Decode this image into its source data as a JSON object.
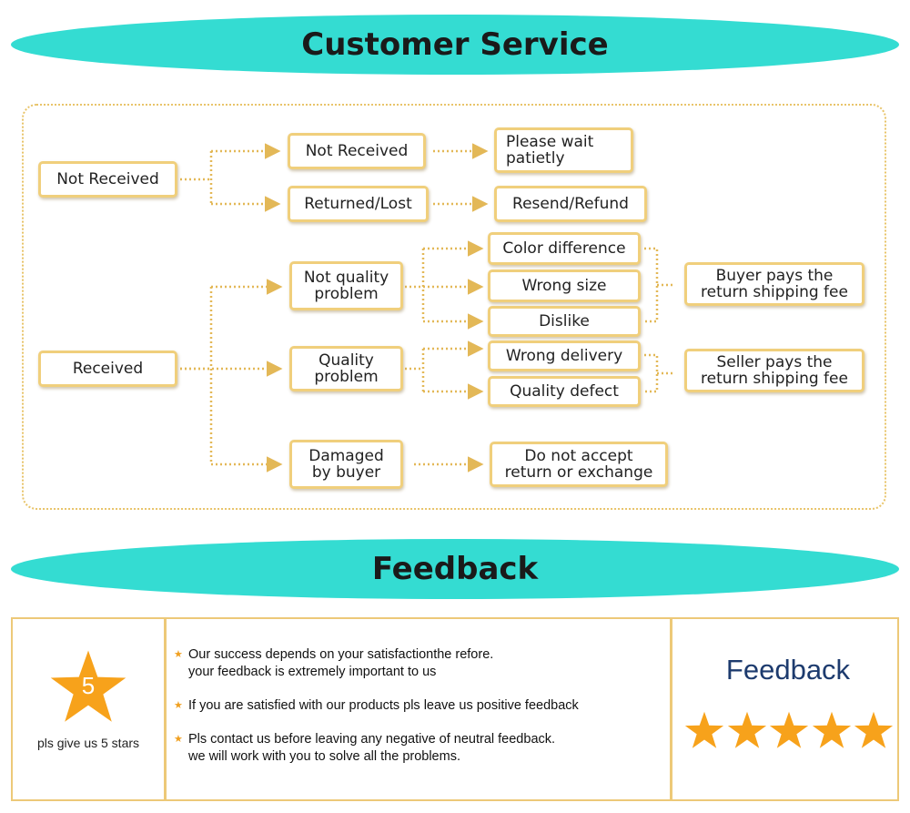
{
  "customer_service": {
    "title": "Customer Service",
    "not_received": {
      "label": "Not Received",
      "case_not_received": "Not Received",
      "case_returned_lost": "Returned/Lost",
      "outcome_wait": "Please wait\npatietly",
      "outcome_resend": "Resend/Refund"
    },
    "received": {
      "label": "Received",
      "not_quality_problem": "Not quality\nproblem",
      "quality_problem": "Quality\nproblem",
      "damaged_by_buyer": "Damaged\nby buyer",
      "color_difference": "Color difference",
      "wrong_size": "Wrong size",
      "dislike": "Dislike",
      "wrong_delivery": "Wrong delivery",
      "quality_defect": "Quality defect",
      "buyer_pays": "Buyer pays the\nreturn shipping fee",
      "seller_pays": "Seller pays the\nreturn shipping fee",
      "no_return": "Do not accept\nreturn or exchange"
    }
  },
  "feedback": {
    "title": "Feedback",
    "star_number": "5",
    "ask_text": "pls give us 5 stars",
    "bullets": [
      "Our success depends on your satisfactionthe refore.\nyour feedback is extremely important to us",
      "If you are satisfied with our products pls leave us positive feedback",
      "Pls contact us before leaving any negative of neutral feedback.\nwe will work with you to solve all the problems."
    ],
    "feedback_word": "Feedback",
    "star_count": 5
  },
  "colors": {
    "banner": "#34dcd2",
    "box_border": "#f0cf7c",
    "connector": "#e8c46a",
    "star_orange": "#f7a21b",
    "feedback_text": "#1d3b6e"
  }
}
